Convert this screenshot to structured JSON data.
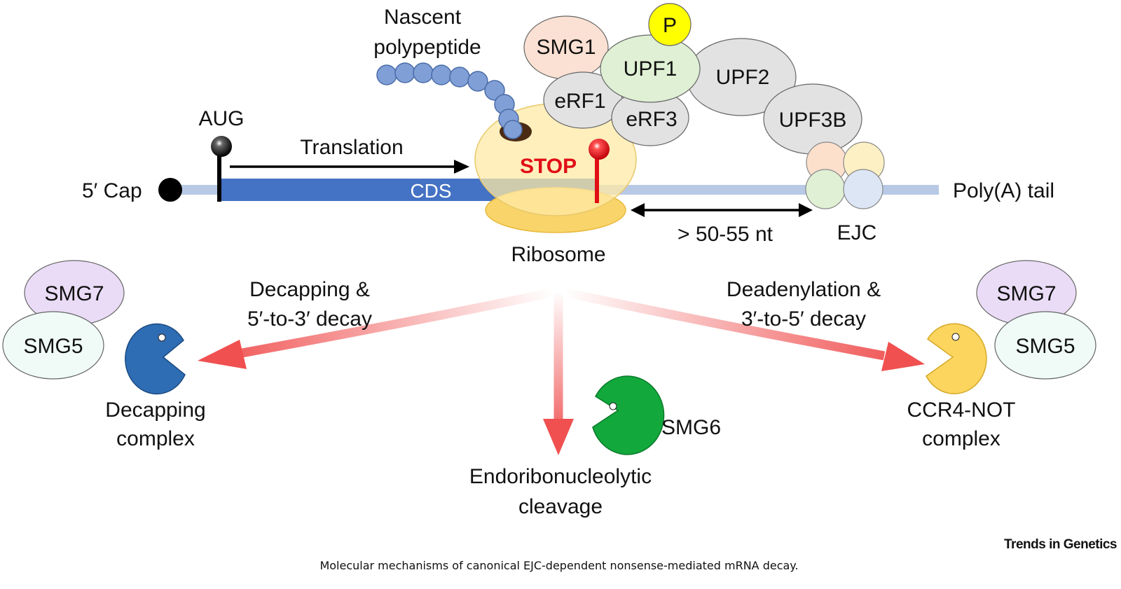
{
  "labels": {
    "nascent_line1": "Nascent",
    "nascent_line2": "polypeptide",
    "aug": "AUG",
    "translation": "Translation",
    "cap": "5′ Cap",
    "cds": "CDS",
    "stop": "STOP",
    "polya": "Poly(A) tail",
    "distance": "> 50-55 nt",
    "ejc": "EJC",
    "ribosome": "Ribosome",
    "phospho": "P",
    "smg1": "SMG1",
    "upf1": "UPF1",
    "upf2": "UPF2",
    "upf3b": "UPF3B",
    "erf1": "eRF1",
    "erf3": "eRF3",
    "smg7_left": "SMG7",
    "smg5_left": "SMG5",
    "smg7_right": "SMG7",
    "smg5_right": "SMG5",
    "decapping_path_line1": "Decapping &",
    "decapping_path_line2": "5′-to-3′ decay",
    "deadenylation_line1": "Deadenylation &",
    "deadenylation_line2": "3′-to-5′ decay",
    "decapping_complex_line1": "Decapping",
    "decapping_complex_line2": "complex",
    "ccr4_line1": "CCR4-NOT",
    "ccr4_line2": "complex",
    "smg6": "SMG6",
    "endo_line1": "Endoribonucleolytic",
    "endo_line2": "cleavage",
    "brand": "Trends in Genetics",
    "caption": "Molecular mechanisms of canonical EJC-dependent nonsense-mediated mRNA decay."
  },
  "colors": {
    "mrna_light": "#b8c9e6",
    "cds_blue": "#4472c4",
    "ribosome_yellow": "#fde9a6",
    "stop_red": "#e10e16",
    "arrow_red": "#f05050",
    "decapping_blue": "#2e6db4",
    "smg6_green": "#12a83c",
    "ccr4_yellow": "#fcd55e",
    "smg1": "#fbe1d3",
    "upf1": "#dff0d4",
    "grey_protein": "#e2e2e2",
    "smg7": "#eadcf6",
    "smg5": "#f0fbf7",
    "phospho": "#ffff00",
    "bead": "#7f9fd6"
  }
}
